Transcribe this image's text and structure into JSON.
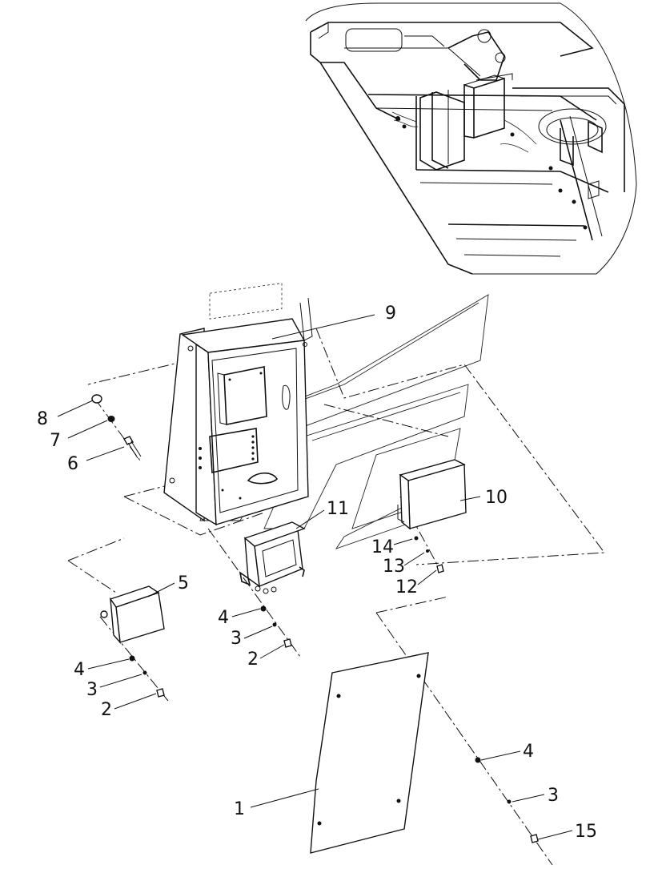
{
  "diagram": {
    "callouts": [
      {
        "id": "c9",
        "text": "9"
      },
      {
        "id": "c8",
        "text": "8"
      },
      {
        "id": "c7",
        "text": "7"
      },
      {
        "id": "c6",
        "text": "6"
      },
      {
        "id": "c10",
        "text": "10"
      },
      {
        "id": "c11",
        "text": "11"
      },
      {
        "id": "c14",
        "text": "14"
      },
      {
        "id": "c13",
        "text": "13"
      },
      {
        "id": "c12",
        "text": "12"
      },
      {
        "id": "c5",
        "text": "5"
      },
      {
        "id": "c4a",
        "text": "4"
      },
      {
        "id": "c3a",
        "text": "3"
      },
      {
        "id": "c2a",
        "text": "2"
      },
      {
        "id": "c4b",
        "text": "4"
      },
      {
        "id": "c3b",
        "text": "3"
      },
      {
        "id": "c2b",
        "text": "2"
      },
      {
        "id": "c1",
        "text": "1"
      },
      {
        "id": "c4c",
        "text": "4"
      },
      {
        "id": "c3c",
        "text": "3"
      },
      {
        "id": "c15",
        "text": "15"
      }
    ]
  }
}
